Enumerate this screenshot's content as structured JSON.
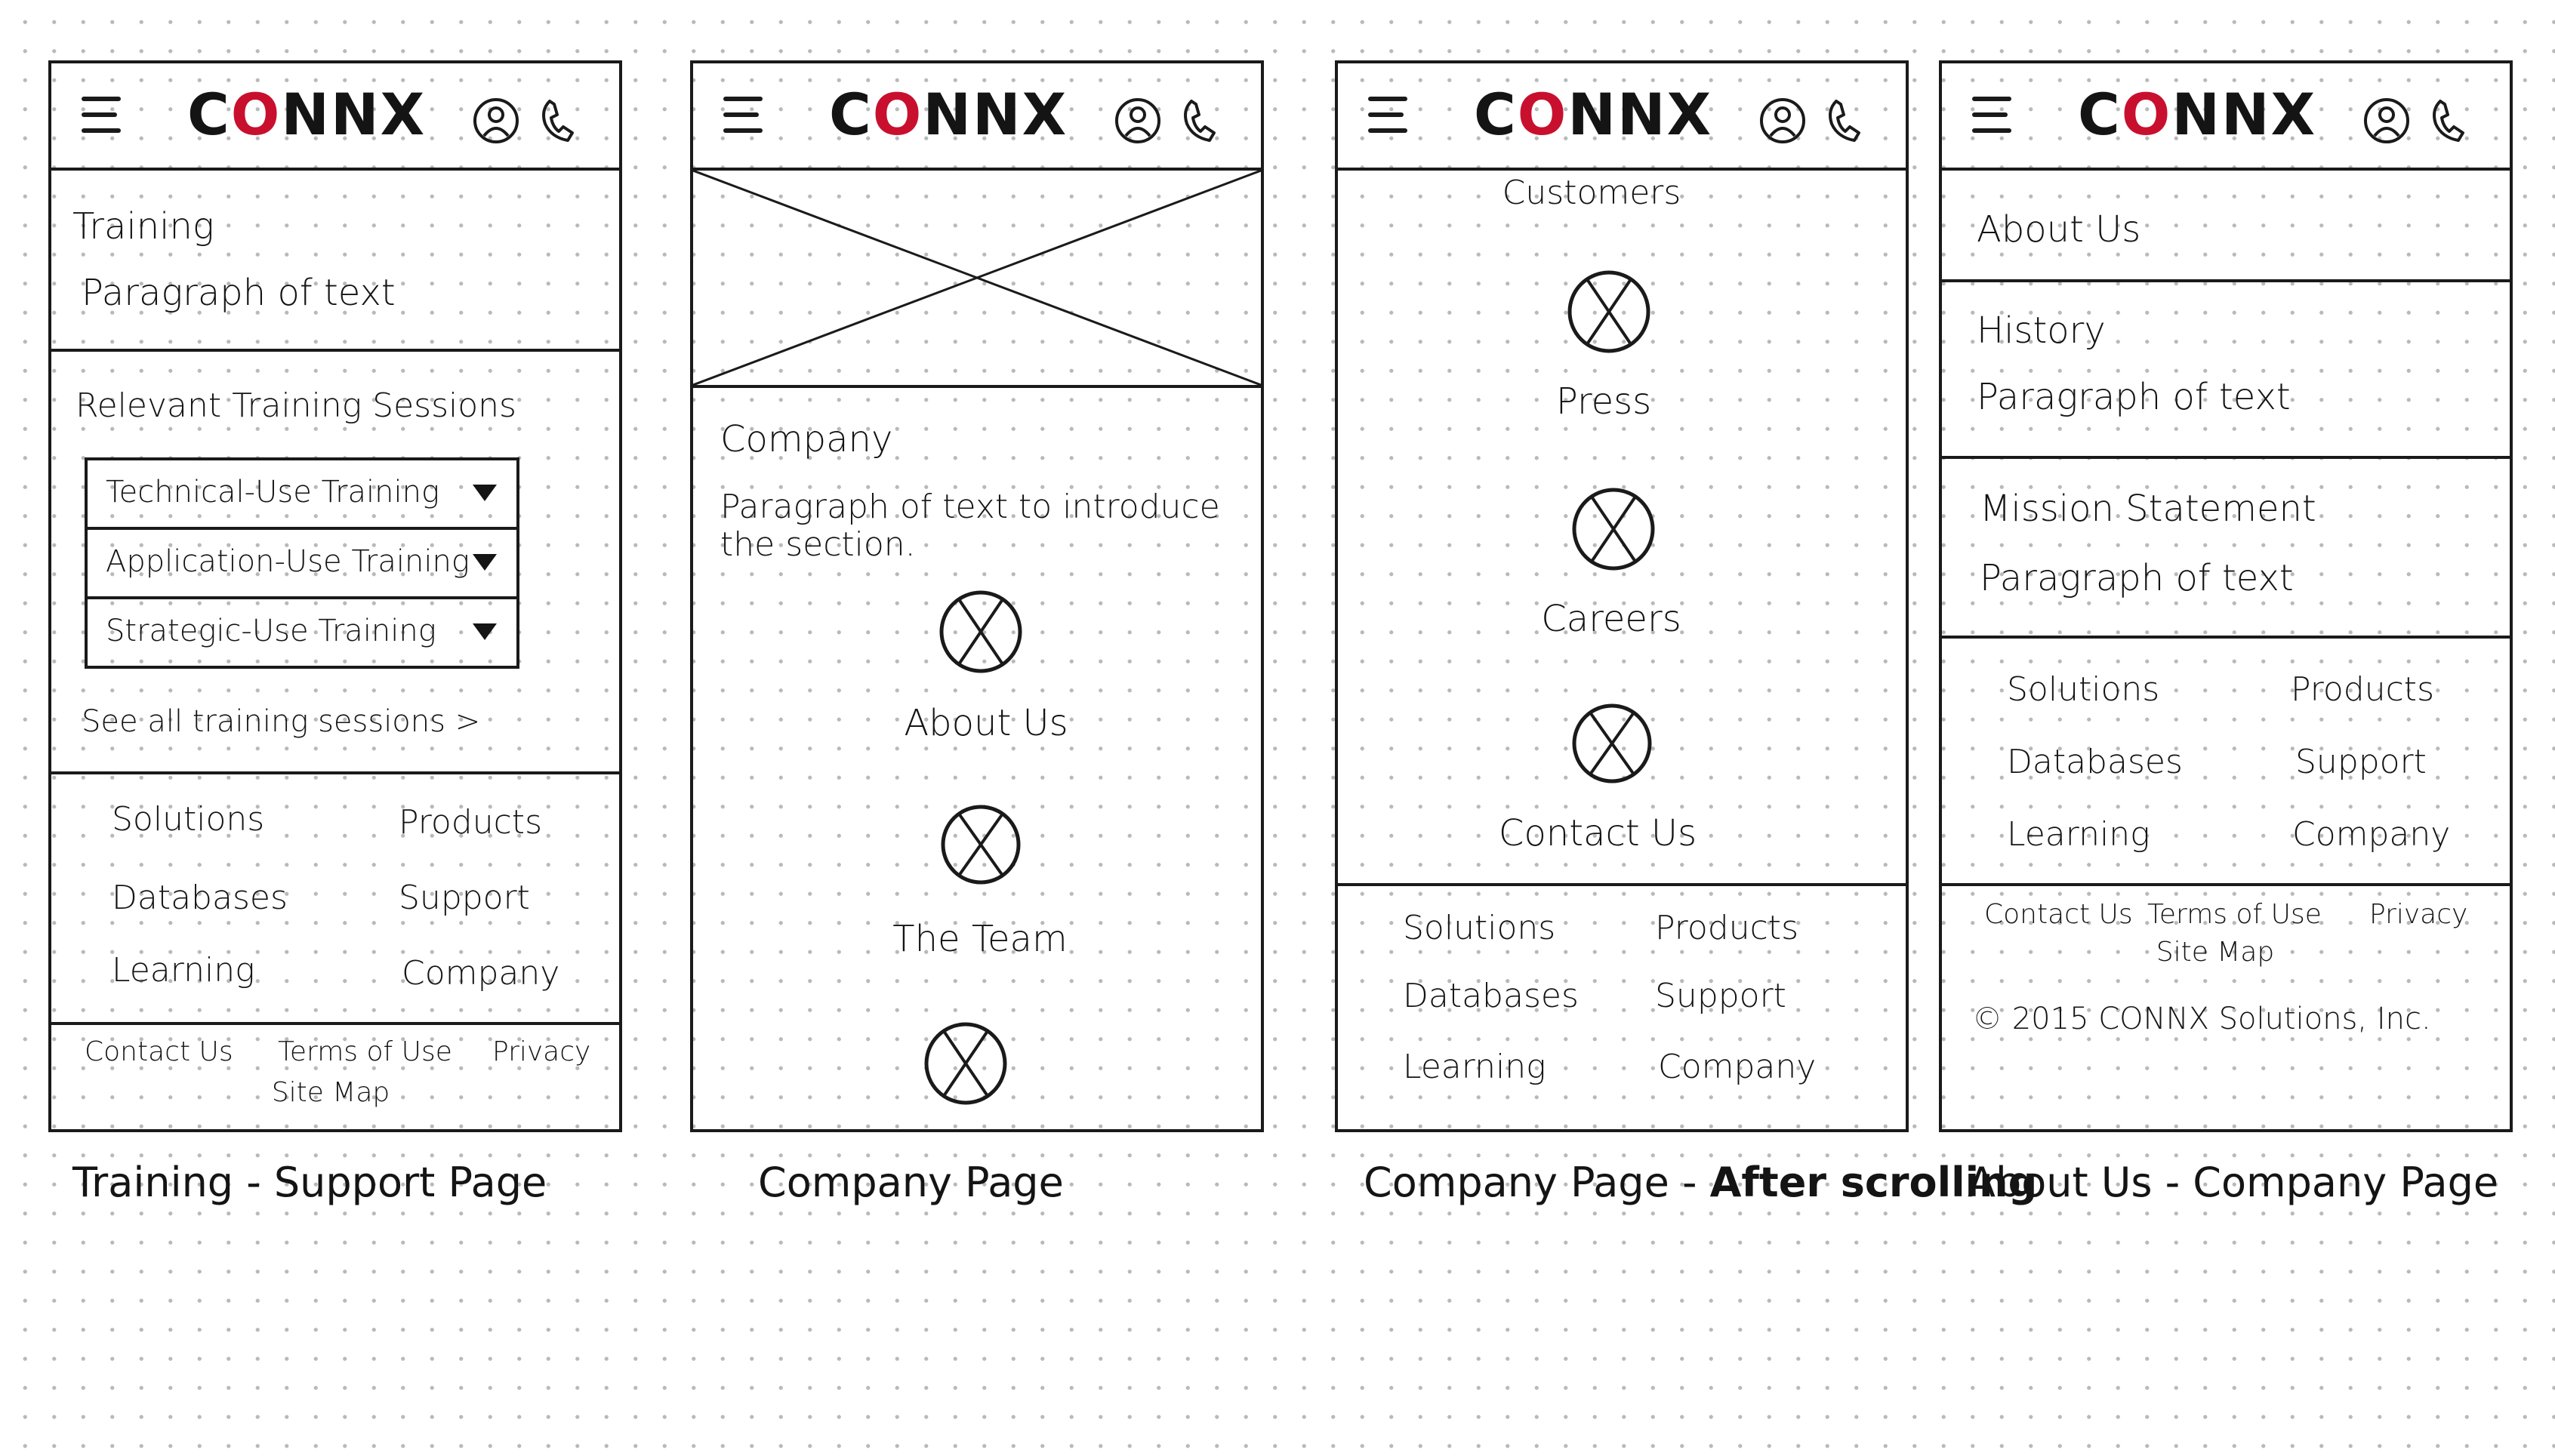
{
  "brand": {
    "logo": "CONNX",
    "logo_accent": "#c8102e",
    "icons": [
      "hamburger-menu-icon",
      "user-icon",
      "phone-icon"
    ]
  },
  "footer_nav": {
    "solutions": "Solutions",
    "products": "Products",
    "databases": "Databases",
    "support": "Support",
    "learning": "Learning",
    "company": "Company"
  },
  "legal_links": {
    "contact": "Contact Us",
    "terms": "Terms of Use",
    "privacy": "Privacy",
    "sitemap": "Site Map"
  },
  "screens": {
    "training": {
      "heading": "Training",
      "paragraph": "Paragraph of text",
      "sessions_heading": "Relevant Training Sessions",
      "dropdowns": [
        "Technical-Use Training",
        "Application-Use Training",
        "Strategic-Use Training"
      ],
      "see_all": "See all training sessions >",
      "caption": "Training - Support Page"
    },
    "company": {
      "heading": "Company",
      "intro_line1": "Paragraph of text to introduce",
      "intro_line2": "the section.",
      "link_about": "About Us",
      "link_team": "The Team",
      "caption": "Company Page"
    },
    "company_scrolled": {
      "customers": "Customers",
      "press": "Press",
      "careers": "Careers",
      "contact": "Contact Us",
      "caption_prefix": "Company Page - ",
      "caption_suffix": "After scrolling"
    },
    "about": {
      "heading": "About Us",
      "history": "History",
      "history_paragraph": "Paragraph of text",
      "mission": "Mission Statement",
      "mission_paragraph": "Paragraph of text",
      "copyright": "© 2015 CONNX Solutions, Inc.",
      "caption": "About Us - Company Page"
    }
  }
}
